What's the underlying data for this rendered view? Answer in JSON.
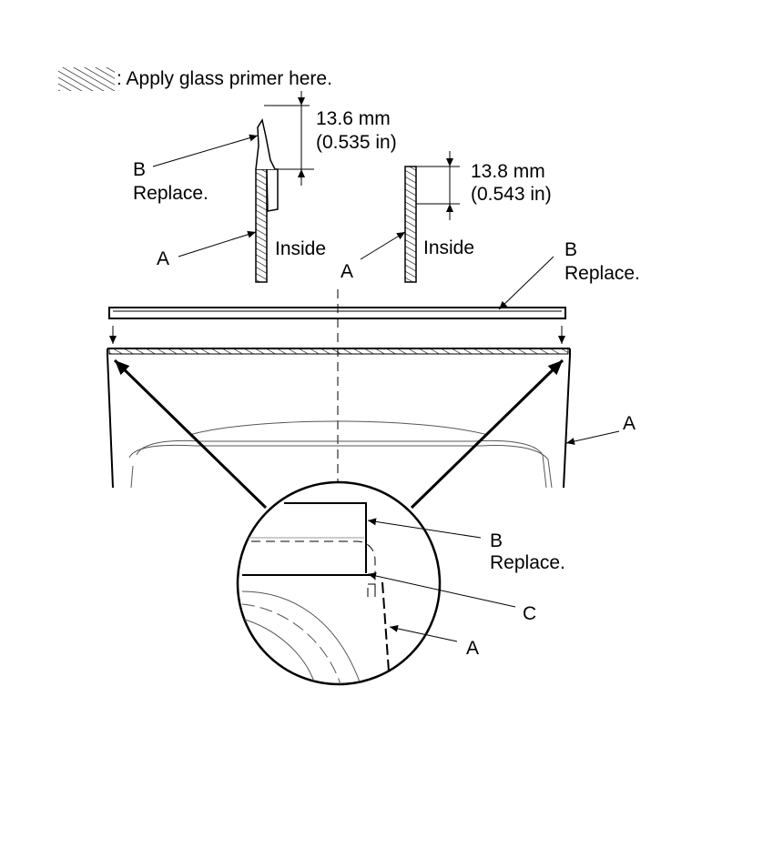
{
  "legend": {
    "text": ": Apply glass primer here."
  },
  "left_section": {
    "dimension_value": "13.6 mm",
    "dimension_imperial": "(0.535 in)",
    "label_b": "B",
    "label_b_note": "Replace.",
    "label_a": "A",
    "inside_label": "Inside"
  },
  "right_section": {
    "dimension_value": "13.8 mm",
    "dimension_imperial": "(0.543 in)",
    "label_a": "A",
    "inside_label": "Inside"
  },
  "molding_callout": {
    "label_b": "B",
    "label_b_note": "Replace."
  },
  "body_callout": {
    "label_a": "A"
  },
  "detail_callouts": {
    "label_b": "B",
    "label_b_note": "Replace.",
    "label_c": "C",
    "label_a": "A"
  }
}
